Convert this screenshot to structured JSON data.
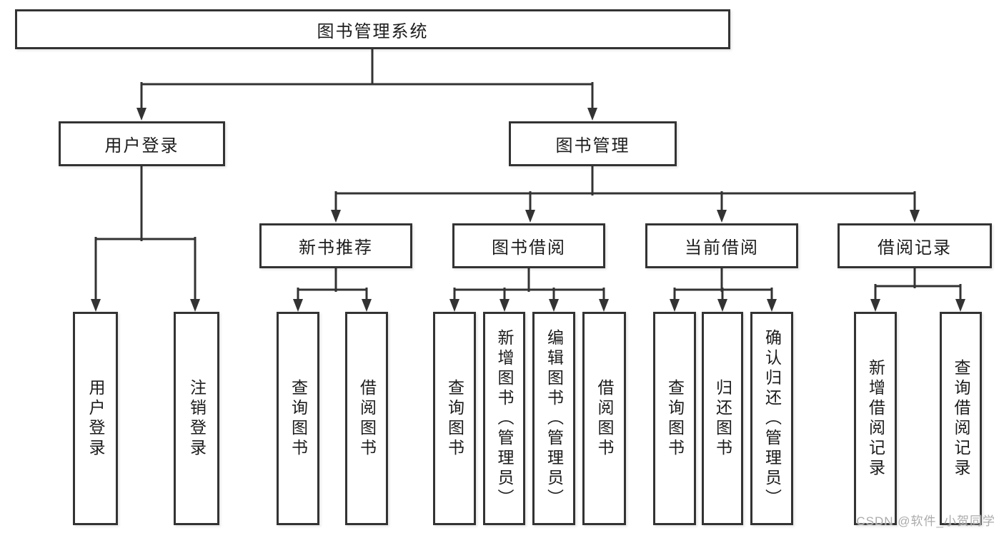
{
  "diagram_title": "图书管理系统",
  "watermark": "CSDN @软件_小贺同学",
  "colors": {
    "line": "#333333",
    "text": "#1c1c1c",
    "background": "#ffffff",
    "watermark": "#ababab"
  },
  "tree": {
    "root": {
      "label": "图书管理系统"
    },
    "children": [
      {
        "label": "用户登录",
        "children": [
          {
            "label": "用户登录"
          },
          {
            "label": "注销登录"
          }
        ]
      },
      {
        "label": "图书管理",
        "children": [
          {
            "label": "新书推荐",
            "children": [
              {
                "label": "查询图书"
              },
              {
                "label": "借阅图书"
              }
            ]
          },
          {
            "label": "图书借阅",
            "children": [
              {
                "label": "查询图书"
              },
              {
                "label": "新增图书（管理员）"
              },
              {
                "label": "编辑图书（管理员）"
              },
              {
                "label": "借阅图书"
              }
            ]
          },
          {
            "label": "当前借阅",
            "children": [
              {
                "label": "查询图书"
              },
              {
                "label": "归还图书"
              },
              {
                "label": "确认归还（管理员）"
              }
            ]
          },
          {
            "label": "借阅记录",
            "children": [
              {
                "label": "新增借阅记录"
              },
              {
                "label": "查询借阅记录"
              }
            ]
          }
        ]
      }
    ]
  }
}
